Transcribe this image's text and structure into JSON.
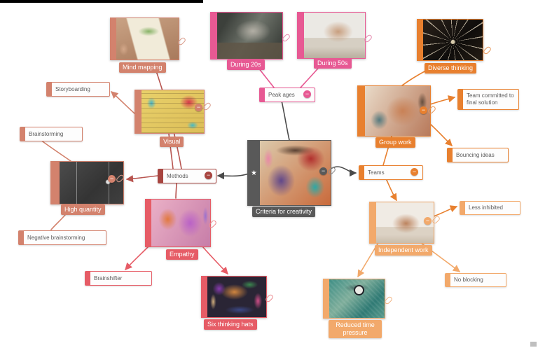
{
  "central": {
    "label": "Criteria for creativity"
  },
  "nodes": {
    "peak_ages": {
      "label": "Peak ages"
    },
    "during_20s": {
      "label": "During 20s"
    },
    "during_50s": {
      "label": "During 50s"
    },
    "teams": {
      "label": "Teams"
    },
    "diverse_thinking": {
      "label": "Diverse thinking"
    },
    "group_work": {
      "label": "Group work"
    },
    "team_committed": {
      "label": "Team committed to final solution"
    },
    "bouncing_ideas": {
      "label": "Bouncing ideas"
    },
    "independent_work": {
      "label": "Independent work"
    },
    "less_inhibited": {
      "label": "Less inhibited"
    },
    "no_blocking": {
      "label": "No blocking"
    },
    "reduced_time_pressure": {
      "label": "Reduced time pressure"
    },
    "methods": {
      "label": "Methods"
    },
    "mind_mapping": {
      "label": "Mind mapping"
    },
    "visual": {
      "label": "Visual"
    },
    "storyboarding": {
      "label": "Storyboarding"
    },
    "high_quantity": {
      "label": "High quantity"
    },
    "brainstorming": {
      "label": "Brainstorming"
    },
    "negative_brainstorming": {
      "label": "Negative brainstorming"
    },
    "empathy": {
      "label": "Empathy"
    },
    "brainshifter": {
      "label": "Brainshifter"
    },
    "six_thinking_hats": {
      "label": "Six thinking hats"
    }
  },
  "icons": {
    "star": "★",
    "collapse": "−"
  },
  "colors": {
    "central_gray": "#595959",
    "peak_ages_pink": "#e75993",
    "methods_maroon": "#a84540",
    "methods_children_salmon": "#d3826d",
    "empathy_red": "#e65c66",
    "teams_orange": "#e8802f",
    "independent_light_orange": "#f2a96b",
    "connector_dark": "#4a4a4a"
  }
}
